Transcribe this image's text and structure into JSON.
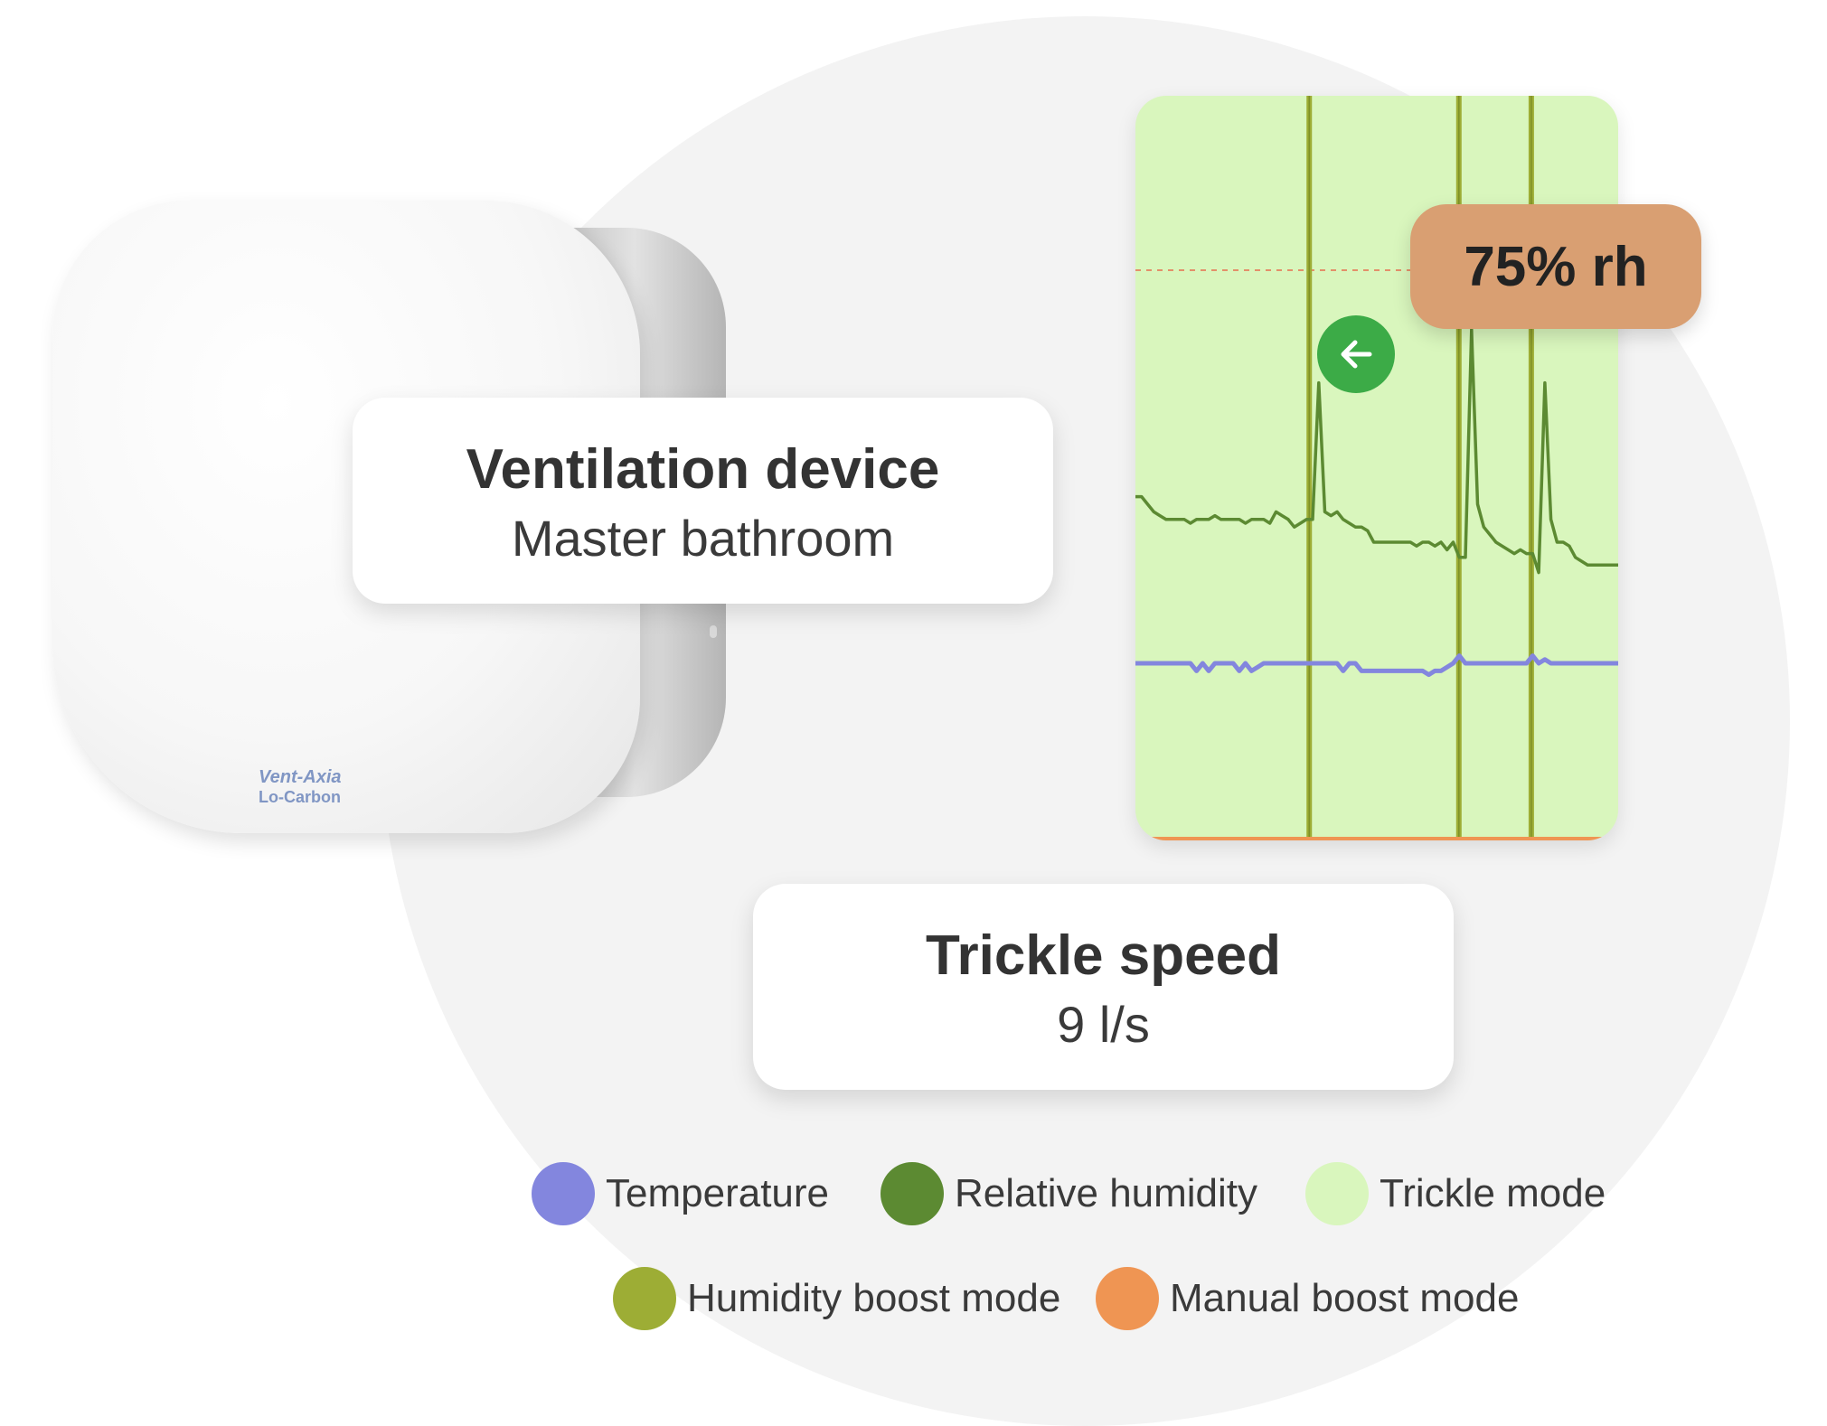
{
  "device_card": {
    "title": "Ventilation device",
    "subtitle": "Master bathroom"
  },
  "speed_card": {
    "title": "Trickle speed",
    "value": "9 l/s"
  },
  "brand": {
    "line1": "Vent-Axia",
    "line2": "Lo-Carbon"
  },
  "humidity_badge": {
    "label": "75% rh"
  },
  "back_button": {
    "icon": "arrow-left-icon"
  },
  "legend": [
    {
      "label": "Temperature",
      "color": "#8386de"
    },
    {
      "label": "Relative humidity",
      "color": "#5c8a32"
    },
    {
      "label": "Trickle mode",
      "color": "#d9f6bd"
    },
    {
      "label": "Humidity boost mode",
      "color": "#9dad35"
    },
    {
      "label": "Manual boost mode",
      "color": "#ef9553"
    }
  ],
  "colors": {
    "background_circle": "#f3f3f3",
    "chart_background": "#d9f6bd",
    "badge": "#d99f72",
    "button": "#3cab47"
  },
  "chart_data": {
    "type": "line",
    "threshold_rh": 75,
    "boost_events": [
      0.36,
      0.67,
      0.82
    ],
    "series": [
      {
        "name": "Relative humidity",
        "color": "#5c8a32",
        "values": [
          0.42,
          0.42,
          0.4,
          0.38,
          0.37,
          0.36,
          0.36,
          0.36,
          0.36,
          0.35,
          0.36,
          0.36,
          0.36,
          0.37,
          0.36,
          0.36,
          0.36,
          0.36,
          0.35,
          0.36,
          0.36,
          0.36,
          0.35,
          0.38,
          0.37,
          0.36,
          0.34,
          0.35,
          0.36,
          0.36,
          0.72,
          0.38,
          0.37,
          0.38,
          0.36,
          0.35,
          0.34,
          0.34,
          0.33,
          0.3,
          0.3,
          0.3,
          0.3,
          0.3,
          0.3,
          0.3,
          0.29,
          0.3,
          0.3,
          0.29,
          0.3,
          0.28,
          0.3,
          0.26,
          0.26,
          0.86,
          0.4,
          0.34,
          0.32,
          0.3,
          0.29,
          0.28,
          0.27,
          0.28,
          0.27,
          0.27,
          0.22,
          0.72,
          0.36,
          0.3,
          0.3,
          0.29,
          0.26,
          0.25,
          0.24,
          0.24,
          0.24,
          0.24,
          0.24,
          0.24
        ]
      },
      {
        "name": "Temperature",
        "color": "#8386de",
        "values": [
          0.0,
          0.0,
          0.0,
          0.0,
          0.0,
          0.0,
          0.0,
          0.0,
          0.0,
          0.0,
          -0.02,
          0.0,
          -0.02,
          0.0,
          0.0,
          0.0,
          0.0,
          -0.02,
          0.0,
          -0.02,
          -0.01,
          0.0,
          0.0,
          0.0,
          0.0,
          0.0,
          0.0,
          0.0,
          0.0,
          0.0,
          0.0,
          0.0,
          0.0,
          0.0,
          -0.02,
          0.0,
          0.0,
          -0.02,
          -0.02,
          -0.02,
          -0.02,
          -0.02,
          -0.02,
          -0.02,
          -0.02,
          -0.02,
          -0.02,
          -0.02,
          -0.03,
          -0.02,
          -0.02,
          -0.01,
          0.0,
          0.02,
          0.0,
          0.0,
          0.0,
          0.0,
          0.0,
          0.0,
          0.0,
          0.0,
          0.0,
          0.0,
          0.0,
          0.02,
          0.0,
          0.01,
          0.0,
          0.0,
          0.0,
          0.0,
          0.0,
          0.0,
          0.0,
          0.0,
          0.0,
          0.0,
          0.0,
          0.0
        ]
      }
    ]
  }
}
